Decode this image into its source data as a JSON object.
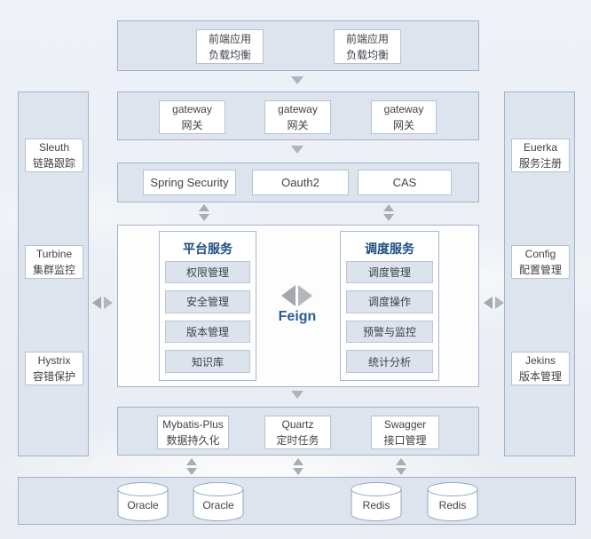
{
  "colors": {
    "page_bg": "#edf0f5",
    "container_fill": "#dde4ee",
    "container_border": "#a3b2c8",
    "node_fill": "#ffffff",
    "node_border": "#b6c2d3",
    "item_fill": "#dce3ed",
    "panel_title": "#1d4e82",
    "feign_blue": "#2b5d95",
    "arrow_gray": "#a7adb5",
    "text": "#3f4347"
  },
  "icons": {
    "down_arrow": "▼",
    "up_down_arrow": "⬍",
    "left_right_arrow": "⬌",
    "database": "cylinder"
  },
  "top_row": {
    "items": [
      {
        "line1": "前端应用",
        "line2": "负载均衡"
      },
      {
        "line1": "前端应用",
        "line2": "负载均衡"
      }
    ]
  },
  "gateway_row": {
    "items": [
      {
        "line1": "gateway",
        "line2": "网关"
      },
      {
        "line1": "gateway",
        "line2": "网关"
      },
      {
        "line1": "gateway",
        "line2": "网关"
      }
    ]
  },
  "auth_row": {
    "items": [
      {
        "label": "Spring Security"
      },
      {
        "label": "Oauth2"
      },
      {
        "label": "CAS"
      }
    ]
  },
  "left_sidebar": {
    "items": [
      {
        "line1": "Sleuth",
        "line2": "链路跟踪"
      },
      {
        "line1": "Turbine",
        "line2": "集群监控"
      },
      {
        "line1": "Hystrix",
        "line2": "容错保护"
      }
    ]
  },
  "right_sidebar": {
    "items": [
      {
        "line1": "Euerka",
        "line2": "服务注册"
      },
      {
        "line1": "Config",
        "line2": "配置管理"
      },
      {
        "line1": "Jekins",
        "line2": "版本管理"
      }
    ]
  },
  "main": {
    "platform_panel": {
      "title": "平台服务",
      "items": [
        "权限管理",
        "安全管理",
        "版本管理",
        "知识库"
      ]
    },
    "schedule_panel": {
      "title": "调度服务",
      "items": [
        "调度管理",
        "调度操作",
        "预警与监控",
        "统计分析"
      ]
    },
    "center_label": "Feign"
  },
  "middleware_row": {
    "items": [
      {
        "line1": "Mybatis-Plus",
        "line2": "数据持久化"
      },
      {
        "line1": "Quartz",
        "line2": "定时任务"
      },
      {
        "line1": "Swagger",
        "line2": "接口管理"
      }
    ]
  },
  "database_row": {
    "items": [
      "Oracle",
      "Oracle",
      "Redis",
      "Redis"
    ]
  }
}
